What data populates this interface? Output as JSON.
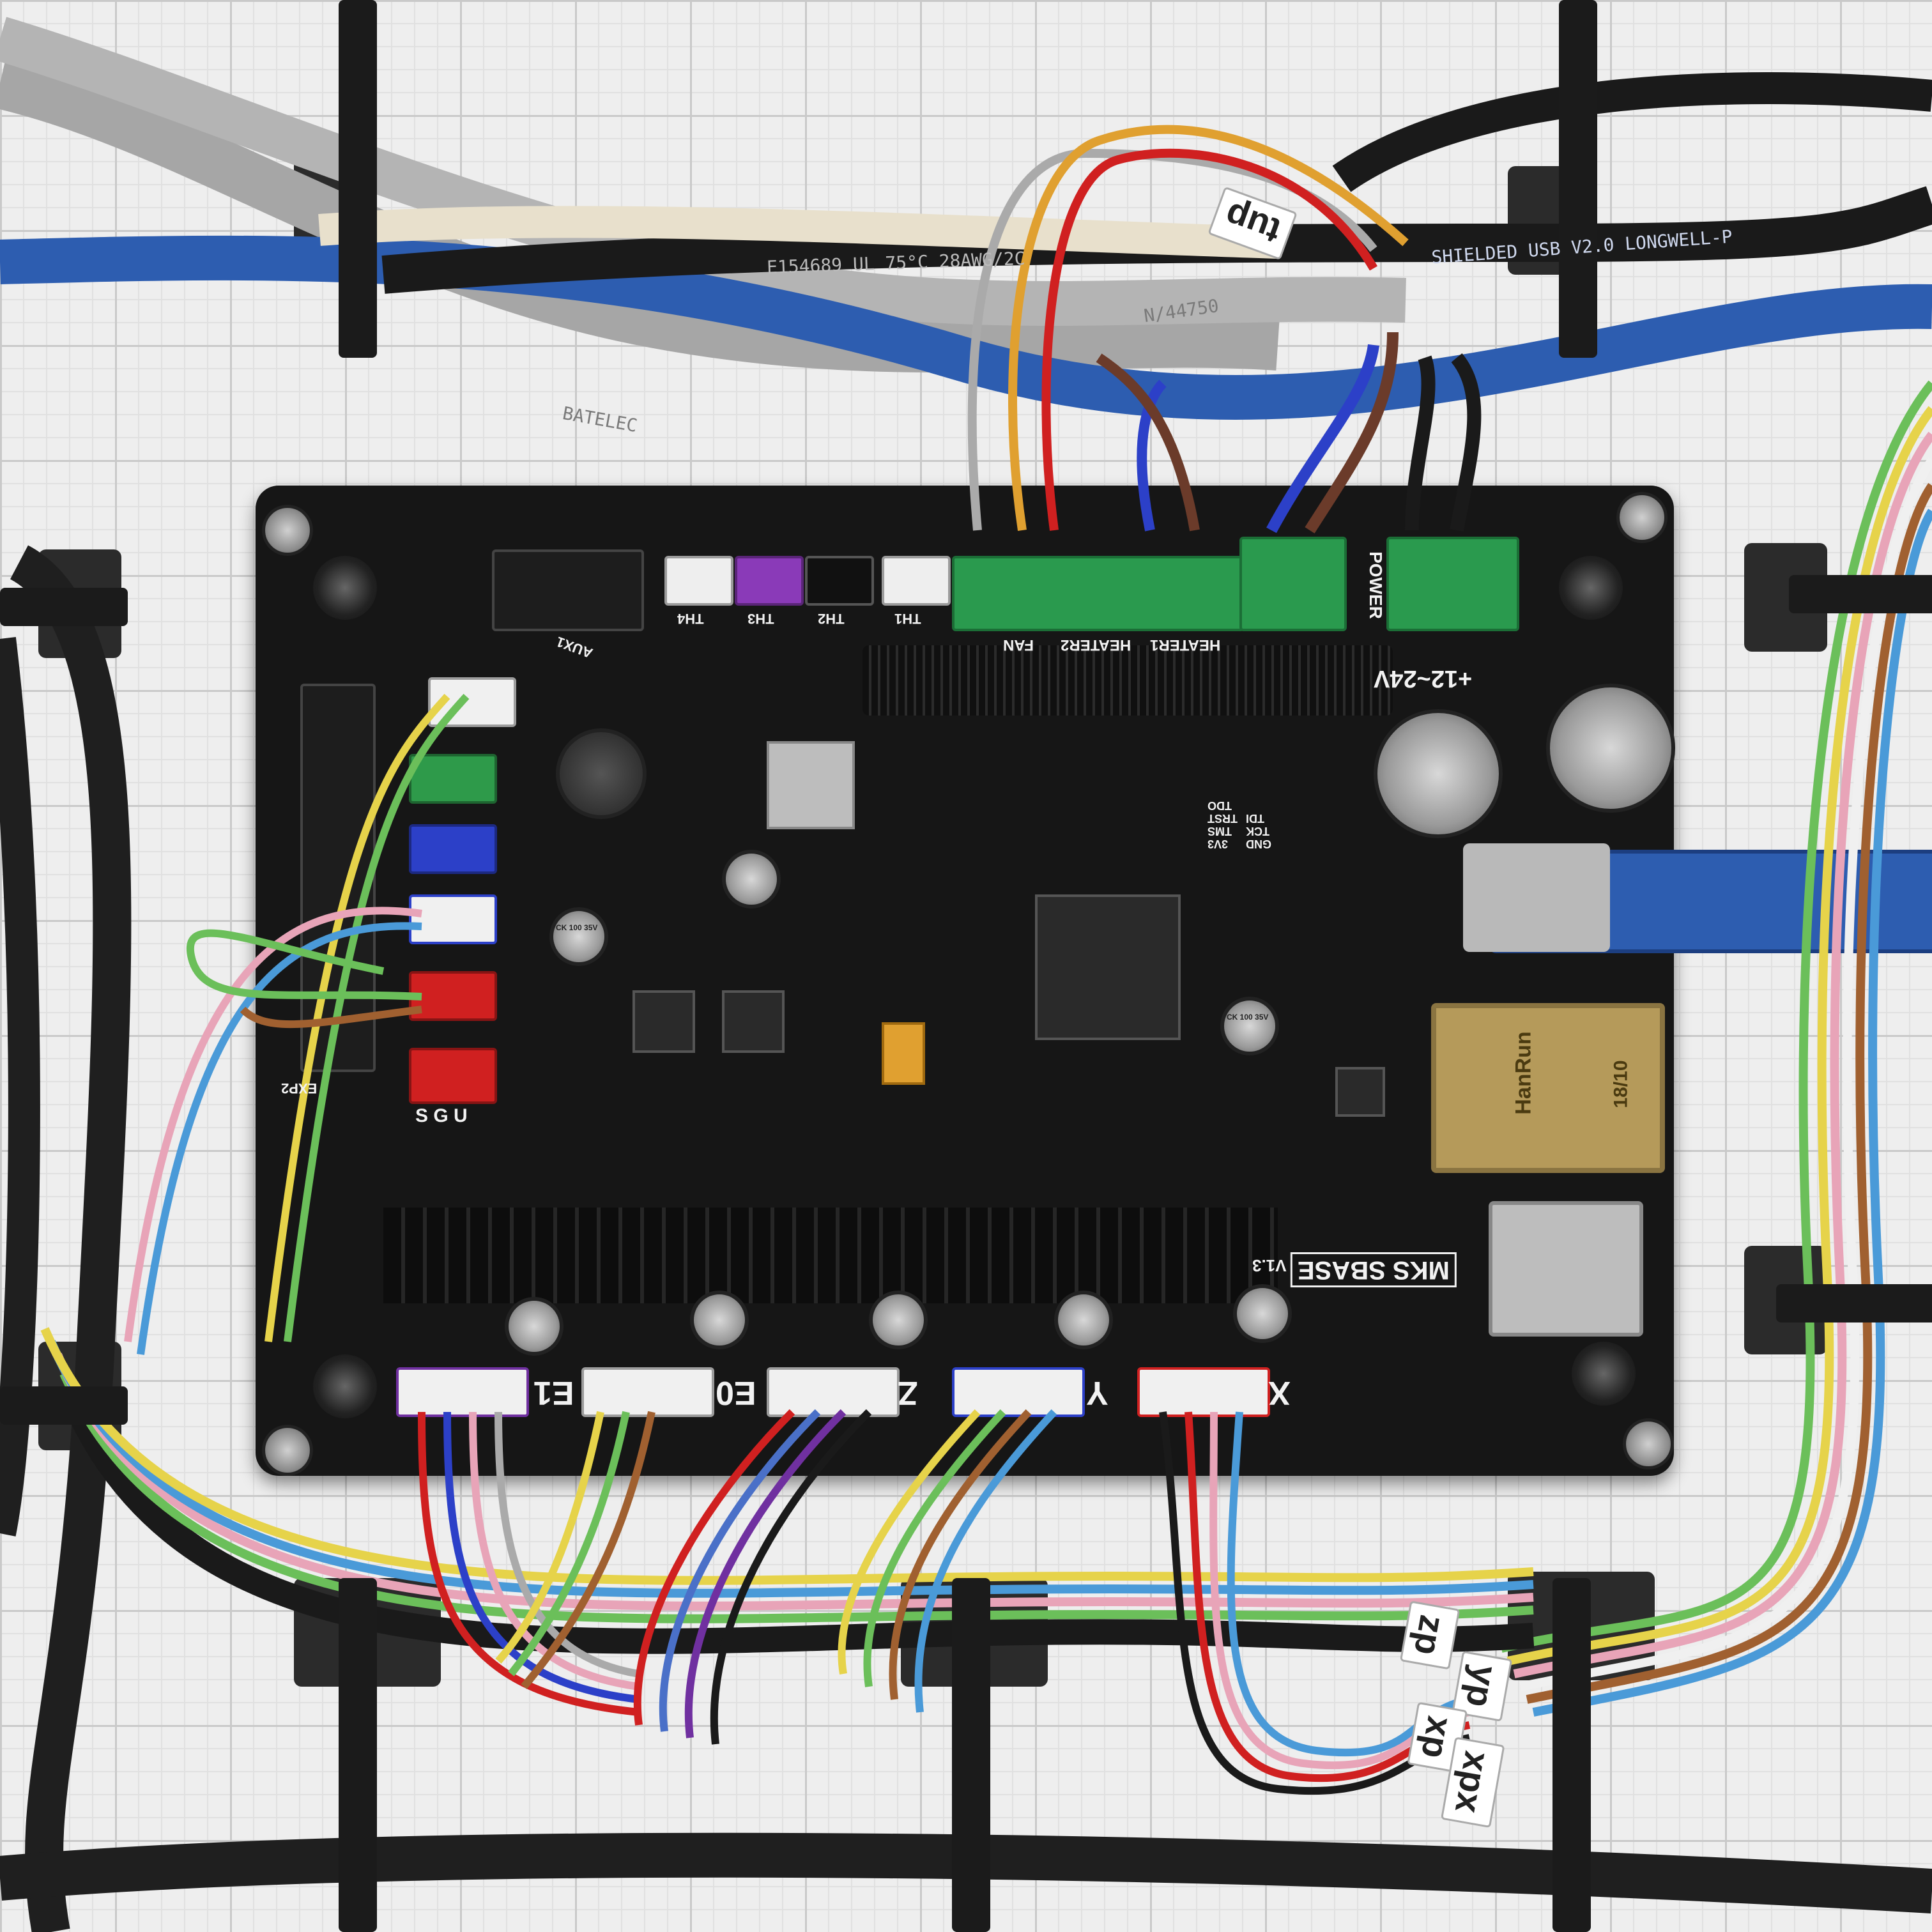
{
  "scene": {
    "description_colors": {
      "grid_paper": "#eeeeee",
      "board": "#161616",
      "terminal_green": "#2a9a4e",
      "usb_cable": "#2d5db0"
    }
  },
  "board": {
    "model": "MKS SBASE",
    "version": "V1.3",
    "power_label": "POWER",
    "voltage_label": "+12~24V",
    "output_labels": {
      "fan": "FAN",
      "heater2": "HEATER2",
      "heater1": "HEATER1"
    },
    "thermistor_labels": [
      "TH4",
      "TH3",
      "TH2",
      "TH1"
    ],
    "aux_label": "AUX1",
    "exp_label": "EXP2",
    "servo_label": "S G U",
    "jtag_labels": [
      "3V3",
      "TMS",
      "GND",
      "TCK",
      "TRST",
      "TDI",
      "TDO"
    ],
    "motor_labels": [
      "E1",
      "E0",
      "Z",
      "Y",
      "X"
    ],
    "ethernet_brand": "HanRun",
    "ethernet_code": "18/10",
    "capacitor_text": "CK 100 35V"
  },
  "cable_labels": {
    "top_tag": "tup",
    "bottom_tags": [
      "zp",
      "yp",
      "xp",
      "xpx"
    ]
  },
  "cable_prints": {
    "usb": "SHIELDED USB V2.0 LONGWELL-P",
    "black": "E154689 UL 75°C 28AWG/2C",
    "grey1": "N/44750",
    "grey2": "BATELEC"
  }
}
